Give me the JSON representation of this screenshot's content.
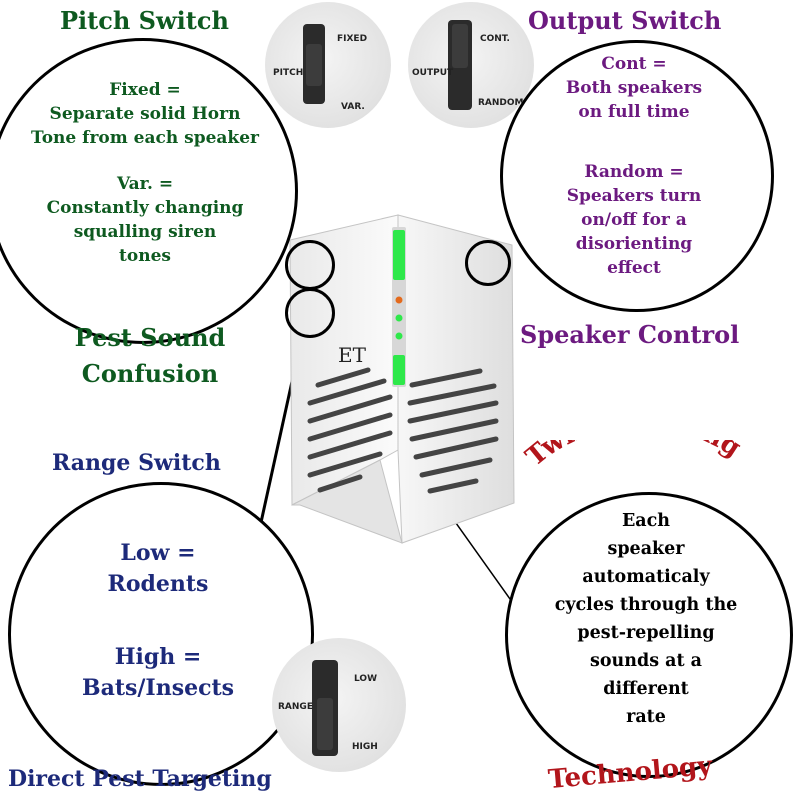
{
  "pitch": {
    "title": "Pitch Switch",
    "line1": "Fixed =",
    "line2": "Separate solid Horn",
    "line3": "Tone from each speaker",
    "line4": "Var.  =",
    "line5": "Constantly changing",
    "line6": "squalling siren",
    "line7": "tones",
    "switch_label": "PITCH",
    "switch_top": "FIXED",
    "switch_bottom": "VAR."
  },
  "output": {
    "title": "Output Switch",
    "line1": "Cont =",
    "line2": "Both speakers",
    "line3": "on full time",
    "line4": "Random =",
    "line5": "Speakers turn",
    "line6": "on/off for a",
    "line7": "disorienting",
    "line8": "effect",
    "switch_label": "OUTPUT",
    "switch_top": "CONT.",
    "switch_bottom": "RANDOM"
  },
  "confusion": {
    "line1": "Pest Sound",
    "line2": "Confusion"
  },
  "speaker_control": "Speaker Control",
  "range": {
    "title": "Range Switch",
    "line1": "Low =",
    "line2": "Rodents",
    "line3": "High =",
    "line4": "Bats/Insects",
    "switch_label": "RANGE",
    "switch_top": "LOW",
    "switch_bottom": "HIGH"
  },
  "direct_targeting": "Direct Pest Targeting",
  "twin": {
    "arc_top": "Twin-Scanning",
    "bottom": "Technology",
    "line1": "Each",
    "line2": "speaker",
    "line3": "automaticaly",
    "line4": "cycles through the",
    "line5": "pest-repelling",
    "line6": "sounds at a",
    "line7": "different",
    "line8": "rate"
  },
  "device": {
    "brand": "ET"
  },
  "colors": {
    "green": "#0e5a20",
    "purple": "#6c1a80",
    "navy": "#1d2a7a",
    "red": "#b2151b",
    "led_green": "#2ee84a"
  }
}
